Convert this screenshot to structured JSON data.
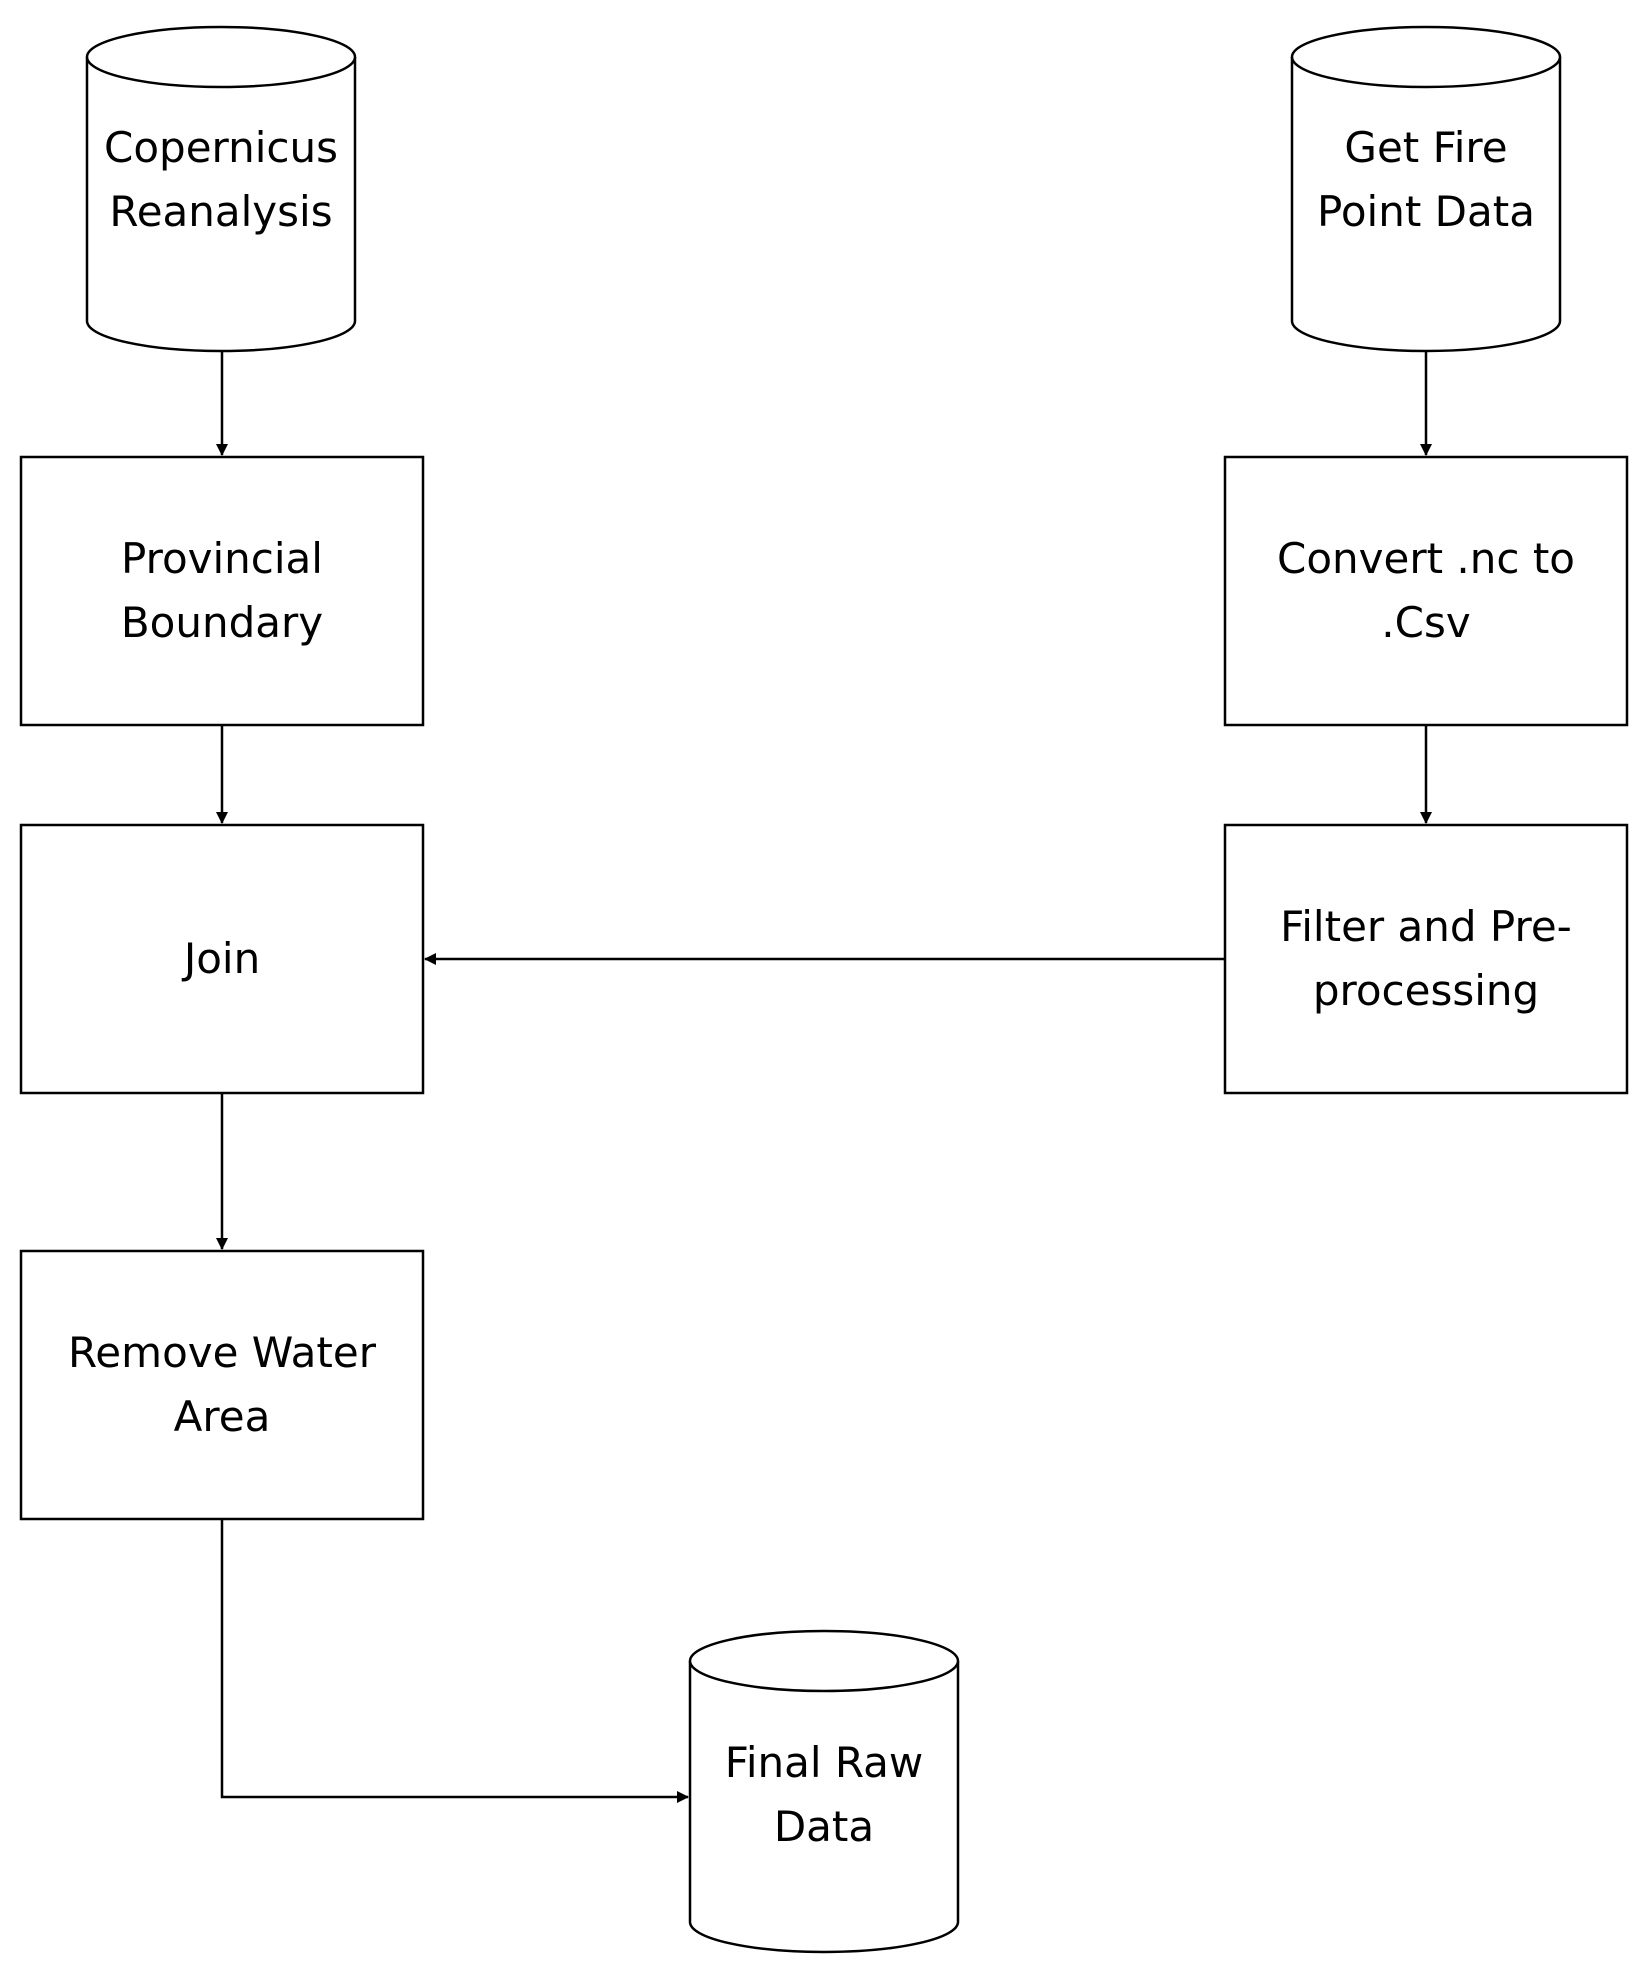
{
  "colors": {
    "stroke": "#000000",
    "fill": "#ffffff",
    "text": "#000000"
  },
  "nodes": {
    "copernicus": {
      "shape": "cylinder",
      "lines": [
        "Copernicus",
        "Reanalysis"
      ]
    },
    "fire_point": {
      "shape": "cylinder",
      "lines": [
        "Get Fire",
        "Point Data"
      ]
    },
    "provincial": {
      "shape": "rectangle",
      "lines": [
        "Provincial",
        "Boundary"
      ]
    },
    "convert": {
      "shape": "rectangle",
      "lines": [
        "Convert .nc to",
        ".Csv"
      ]
    },
    "join": {
      "shape": "rectangle",
      "lines": [
        "Join"
      ]
    },
    "filter": {
      "shape": "rectangle",
      "lines": [
        "Filter and Pre-",
        "processing"
      ]
    },
    "remove": {
      "shape": "rectangle",
      "lines": [
        "Remove Water",
        "Area"
      ]
    },
    "final": {
      "shape": "cylinder",
      "lines": [
        "Final Raw",
        "Data"
      ]
    }
  },
  "edges": [
    {
      "from": "copernicus",
      "to": "provincial"
    },
    {
      "from": "provincial",
      "to": "join"
    },
    {
      "from": "fire_point",
      "to": "convert"
    },
    {
      "from": "convert",
      "to": "filter"
    },
    {
      "from": "filter",
      "to": "join"
    },
    {
      "from": "join",
      "to": "remove"
    },
    {
      "from": "remove",
      "to": "final"
    }
  ]
}
